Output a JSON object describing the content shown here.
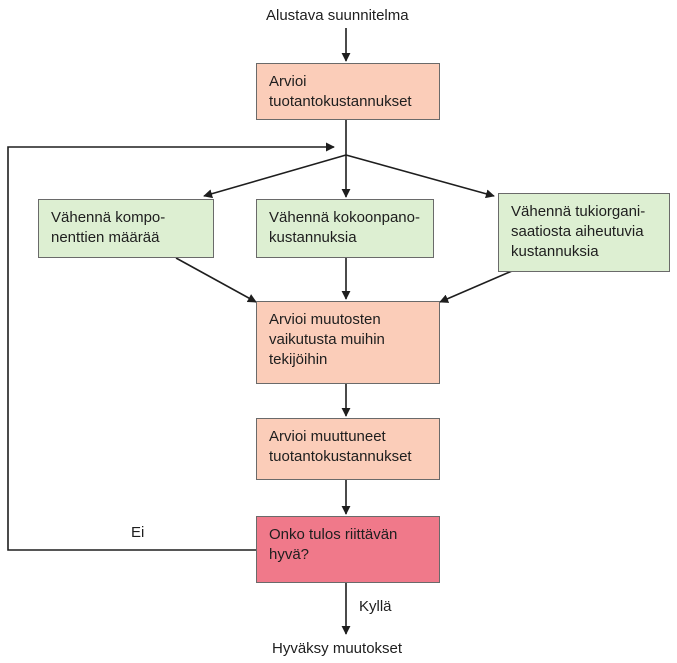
{
  "diagram": {
    "start_label": "Alustava suunnitelma",
    "end_label": "Hyväksy muutokset",
    "no_label": "Ei",
    "yes_label": "Kyllä",
    "nodes": {
      "estimate_costs": "Arvioi\ntuotantokustannukset",
      "reduce_components": "Vähennä kompo-\nnenttien määrää",
      "reduce_assembly": "Vähennä kokoonpano-\nkustannuksia",
      "reduce_support": "Vähennä tukiorgani-\nsaatiosta aiheutuvia\nkustannuksia",
      "evaluate_effects": "Arvioi muutosten\nvaikutusta muihin\ntekijöihin",
      "estimate_changed_costs": "Arvioi muuttuneet\ntuotantokustannukset",
      "decision": "Onko tulos riittävän\nhyvä?"
    },
    "colors": {
      "process": "#fbcdb9",
      "alternative": "#ddefd2",
      "decision": "#f0798a",
      "line": "#1e1e1e"
    }
  }
}
